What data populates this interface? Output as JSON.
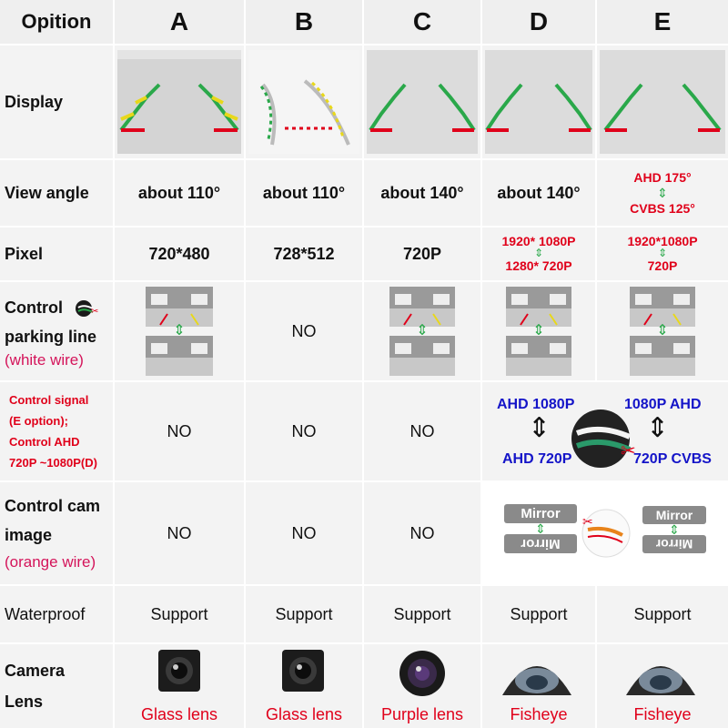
{
  "header": {
    "option_label": "Opition",
    "columns": [
      "A",
      "B",
      "C",
      "D",
      "E"
    ]
  },
  "rows": {
    "display": {
      "label": "Display"
    },
    "view_angle": {
      "label": "View angle",
      "values": [
        "about 110°",
        "about 110°",
        "about 140°",
        "about 140°"
      ],
      "e_top": "AHD 175°",
      "e_bottom": "CVBS 125°"
    },
    "pixel": {
      "label": "Pixel",
      "values": [
        "720*480",
        "728*512",
        "720P"
      ],
      "d_top": "1920* 1080P",
      "d_bottom": "1280* 720P",
      "e_top": "1920*1080P",
      "e_bottom": "720P"
    },
    "control_parking": {
      "label_line1": "Control",
      "label_line2": "parking line",
      "label_note": "(white wire)",
      "b_value": "NO"
    },
    "control_signal": {
      "label_lines": [
        "Control signal",
        "(E option);",
        "Control AHD",
        "720P ~1080P(D)"
      ],
      "values": [
        "NO",
        "NO",
        "NO"
      ],
      "d_top": "AHD 1080P",
      "d_bottom": "AHD 720P",
      "e_top": "1080P AHD",
      "e_bottom": "720P CVBS"
    },
    "control_cam": {
      "label_line1": "Control cam",
      "label_line2": "image",
      "label_note": "(orange wire)",
      "values": [
        "NO",
        "NO",
        "NO"
      ],
      "mirror_text": "Mirror"
    },
    "waterproof": {
      "label": "Waterproof",
      "values": [
        "Support",
        "Support",
        "Support",
        "Support",
        "Support"
      ]
    },
    "lens": {
      "label_line1": "Camera",
      "label_line2": "Lens",
      "values": [
        "Glass lens",
        "Glass lens",
        "Purple lens",
        "Fisheye",
        "Fisheye"
      ]
    }
  },
  "colors": {
    "red": "#e0001a",
    "pink": "#d4145a",
    "blue": "#1414c8",
    "green": "#2aa84a",
    "yellow": "#e8d81a"
  }
}
